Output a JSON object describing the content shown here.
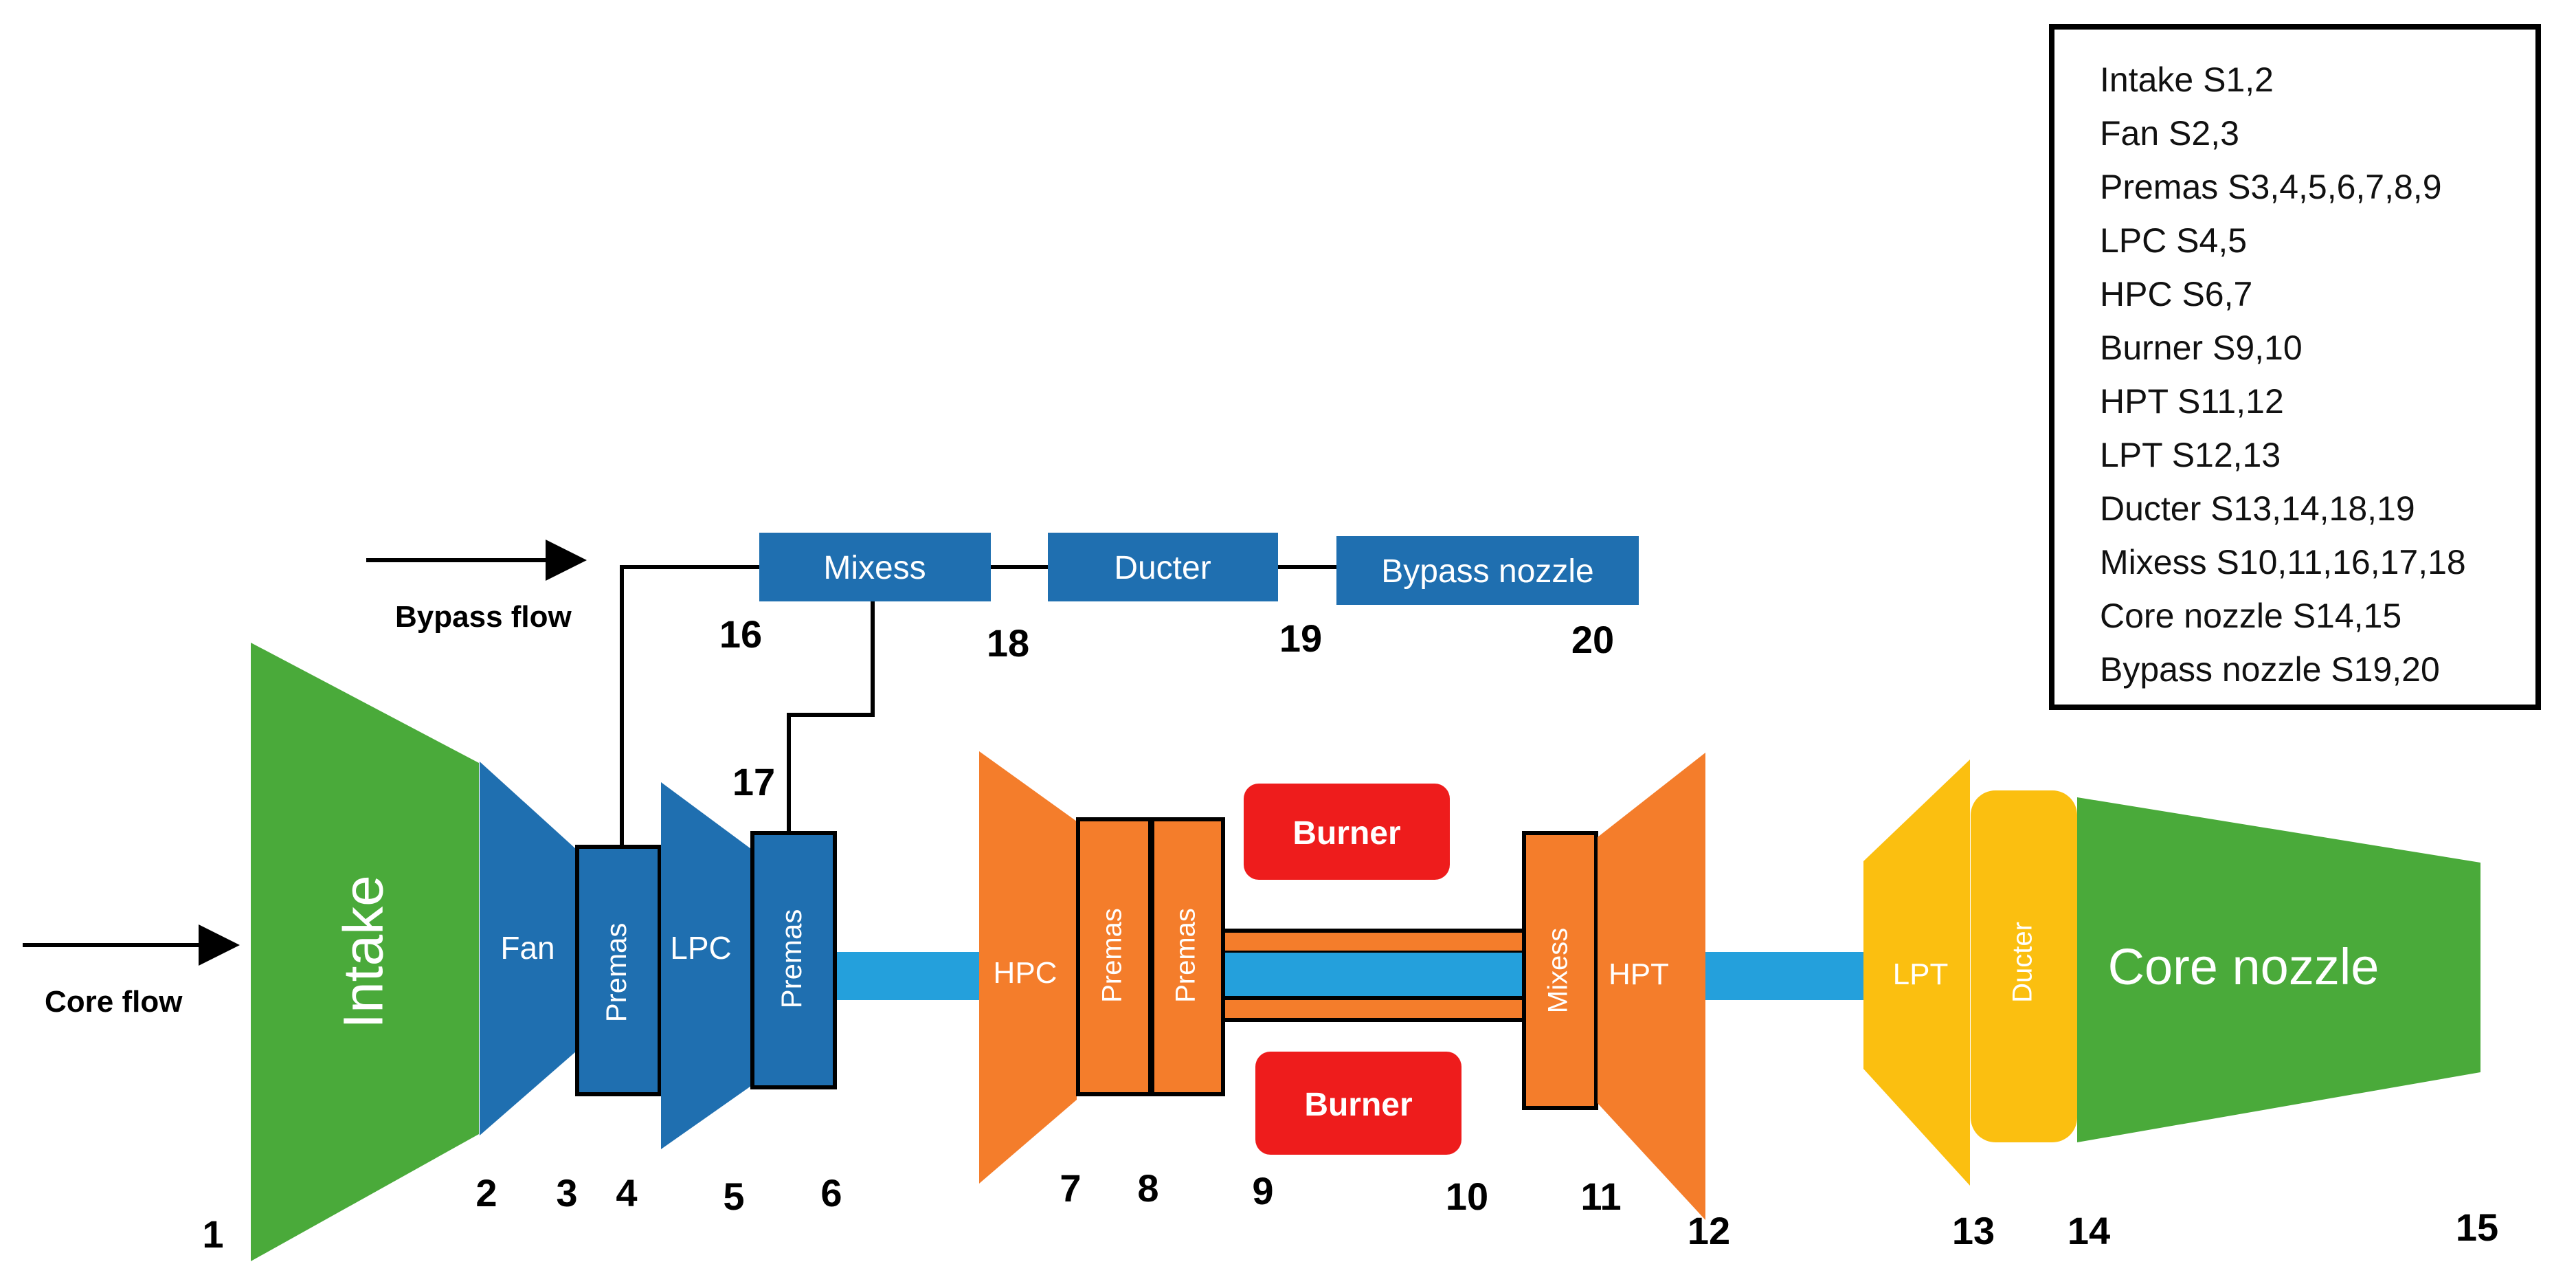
{
  "colors": {
    "green": "#4aaa3a",
    "blue": "#1f6fb0",
    "light_blue": "#24a0dc",
    "orange": "#f47d2b",
    "red": "#ee1c1c",
    "yellow": "#fbbf10",
    "black": "#000000"
  },
  "flows": {
    "core_label": "Core flow",
    "bypass_label": "Bypass flow"
  },
  "components": {
    "intake": "Intake",
    "fan": "Fan",
    "premas_1": "Premas",
    "lpc": "LPC",
    "premas_2": "Premas",
    "hpc": "HPC",
    "premas_3": "Premas",
    "premas_4": "Premas",
    "burner_top": "Burner",
    "burner_bottom": "Burner",
    "mixess_core": "Mixess",
    "hpt": "HPT",
    "lpt": "LPT",
    "ducter_core": "Ducter",
    "core_nozzle": "Core nozzle",
    "mixess_bypass": "Mixess",
    "ducter_bypass": "Ducter",
    "bypass_nozzle": "Bypass nozzle"
  },
  "stations": [
    "1",
    "2",
    "3",
    "4",
    "5",
    "6",
    "7",
    "8",
    "9",
    "10",
    "11",
    "12",
    "13",
    "14",
    "15",
    "16",
    "17",
    "18",
    "19",
    "20"
  ],
  "legend": [
    "Intake S1,2",
    "Fan S2,3",
    "Premas S3,4,5,6,7,8,9",
    "LPC S4,5",
    "HPC S6,7",
    "Burner S9,10",
    "HPT S11,12",
    "LPT S12,13",
    "Ducter S13,14,18,19",
    "Mixess S10,11,16,17,18",
    "Core nozzle S14,15",
    "Bypass nozzle S19,20"
  ]
}
